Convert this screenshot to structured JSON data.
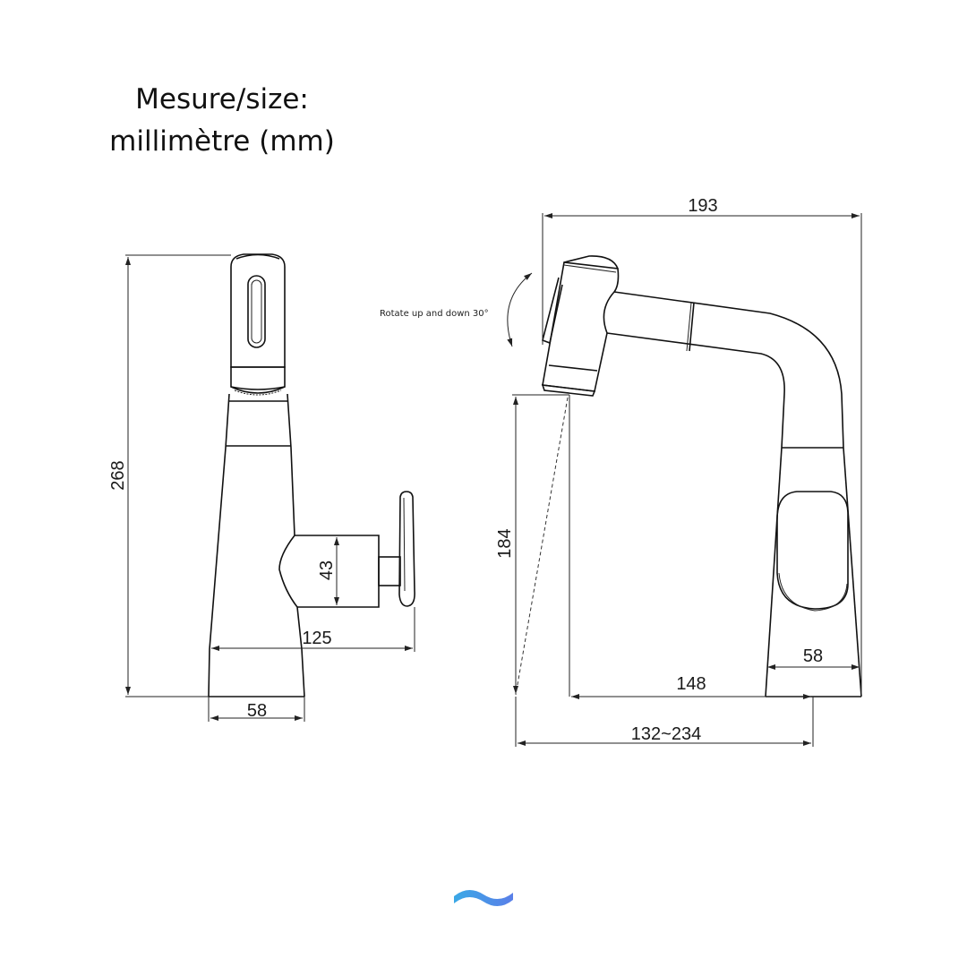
{
  "title": {
    "line1": "Mesure/size:",
    "line2": "millimètre (mm)"
  },
  "units": "mm",
  "front_view": {
    "dimensions": {
      "total_height": "268",
      "handle_body_height": "43",
      "handle_reach": "125",
      "base_width": "58"
    }
  },
  "side_view": {
    "rotation_note": "Rotate up and down 30°",
    "dimensions": {
      "total_width": "193",
      "spout_height": "184",
      "spout_reach": "148",
      "base_width": "58",
      "pullout_range": "132~234"
    }
  },
  "logo": {
    "icon": "wave-icon",
    "color_start": "#3aa8e6",
    "color_end": "#5a7fe8"
  }
}
